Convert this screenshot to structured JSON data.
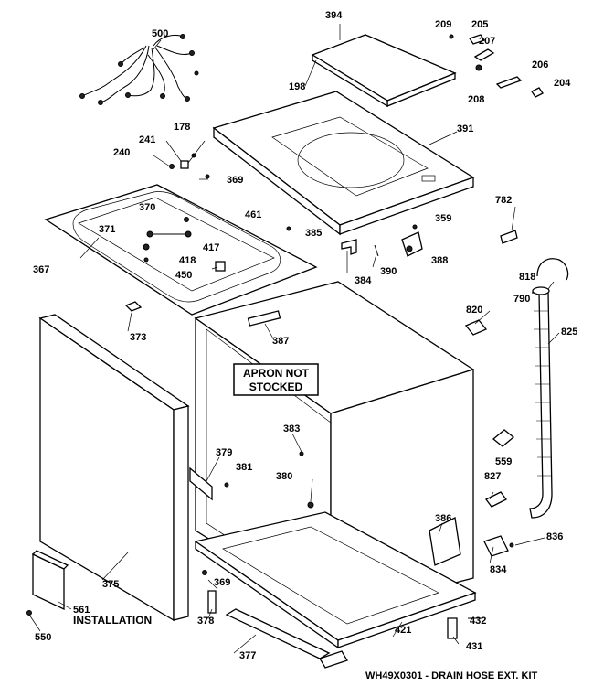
{
  "labels": {
    "p500": "500",
    "p394": "394",
    "p209": "209",
    "p205": "205",
    "p207": "207",
    "p198": "198",
    "p206": "206",
    "p204": "204",
    "p208": "208",
    "p178": "178",
    "p391": "391",
    "p241": "241",
    "p240": "240",
    "p369a": "369",
    "p782": "782",
    "p370": "370",
    "p461": "461",
    "p359": "359",
    "p371": "371",
    "p385": "385",
    "p417": "417",
    "p418": "418",
    "p388": "388",
    "p367": "367",
    "p450": "450",
    "p384": "384",
    "p390": "390",
    "p818": "818",
    "p790": "790",
    "p820": "820",
    "p373": "373",
    "p387": "387",
    "p825": "825",
    "p383": "383",
    "p379": "379",
    "p381": "381",
    "p559": "559",
    "p380": "380",
    "p827": "827",
    "p386": "386",
    "p836": "836",
    "p834": "834",
    "p375": "375",
    "p369b": "369",
    "p561": "561",
    "p378": "378",
    "p432": "432",
    "p421": "421",
    "p431": "431",
    "p550": "550",
    "p377": "377"
  },
  "apron_note": {
    "line1": "APRON NOT",
    "line2": "STOCKED"
  },
  "installation": "INSTALLATION",
  "kit_caption": "WH49X0301 - DRAIN HOSE EXT. KIT"
}
